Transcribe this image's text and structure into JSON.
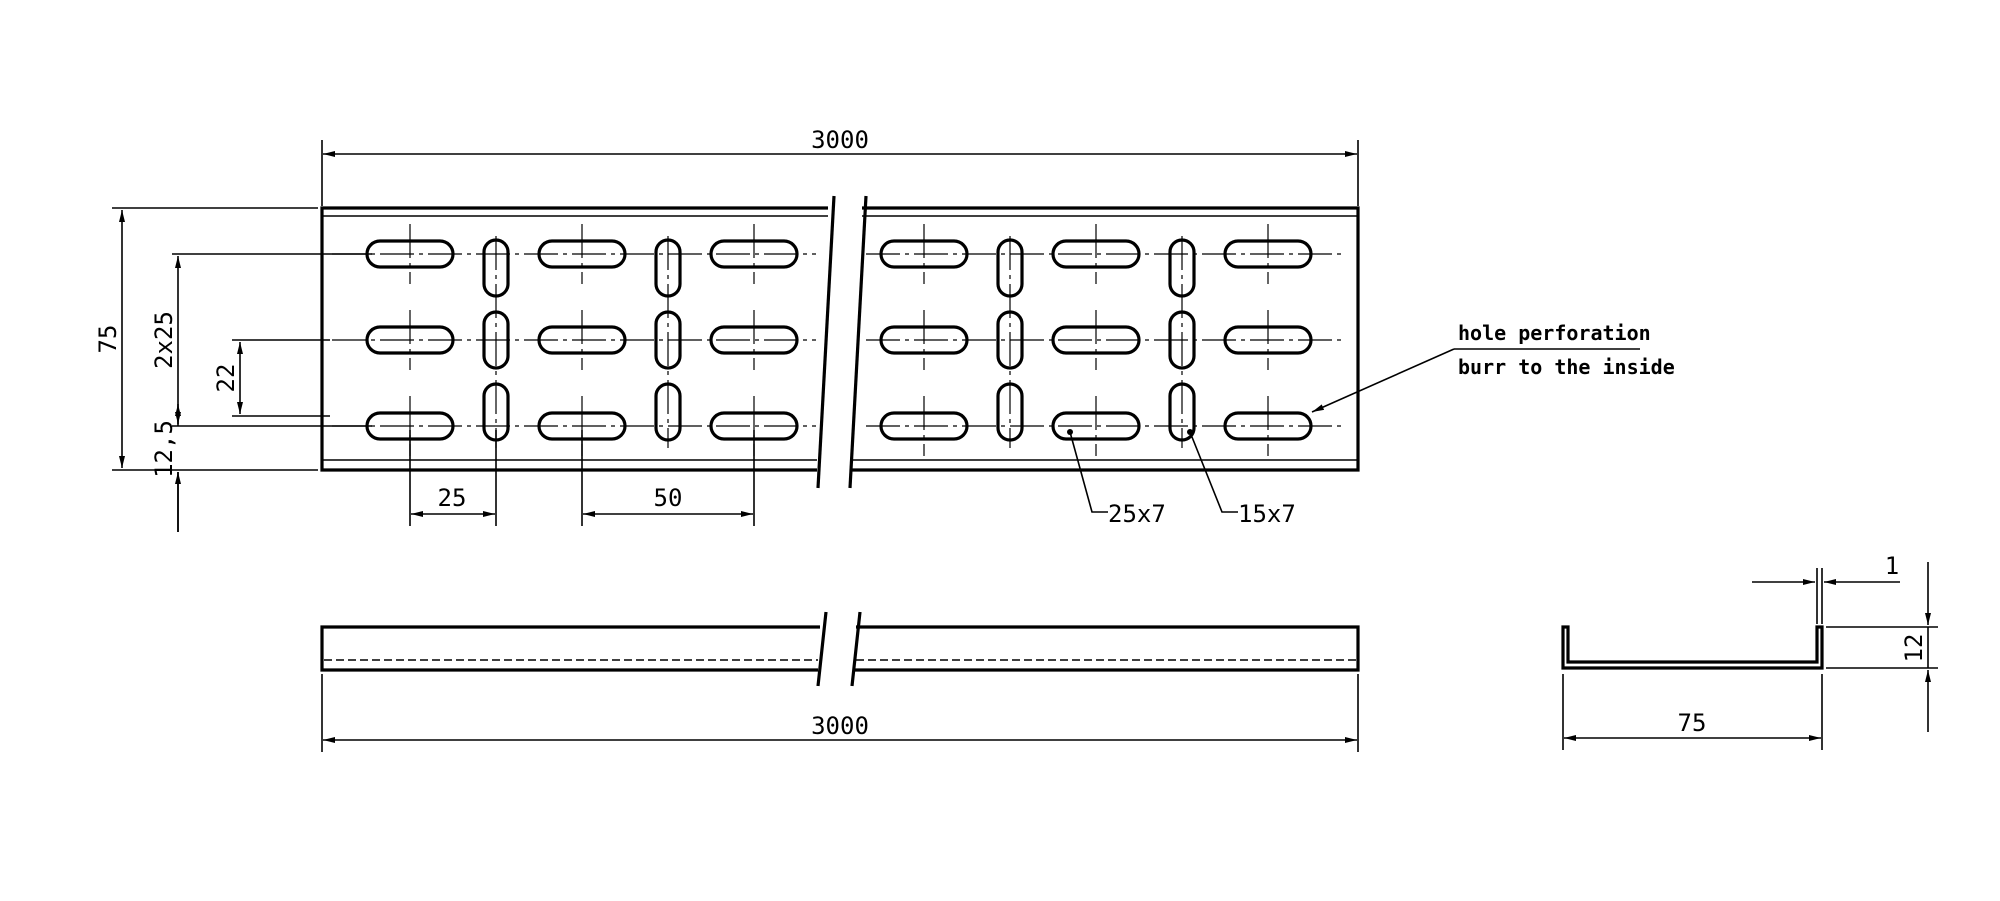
{
  "dimensions": {
    "top_length": "3000",
    "bottom_length": "3000",
    "height": "75",
    "row_spacing": "2x25",
    "edge_offset": "12,5",
    "slot_spacing": "22",
    "pitch_small": "25",
    "pitch_large": "50",
    "section_width": "75",
    "section_height": "12",
    "thickness": "1"
  },
  "callouts": {
    "long_slot": "25x7",
    "short_slot": "15x7",
    "note_line1": "hole perforation",
    "note_line2": "burr to the inside"
  }
}
